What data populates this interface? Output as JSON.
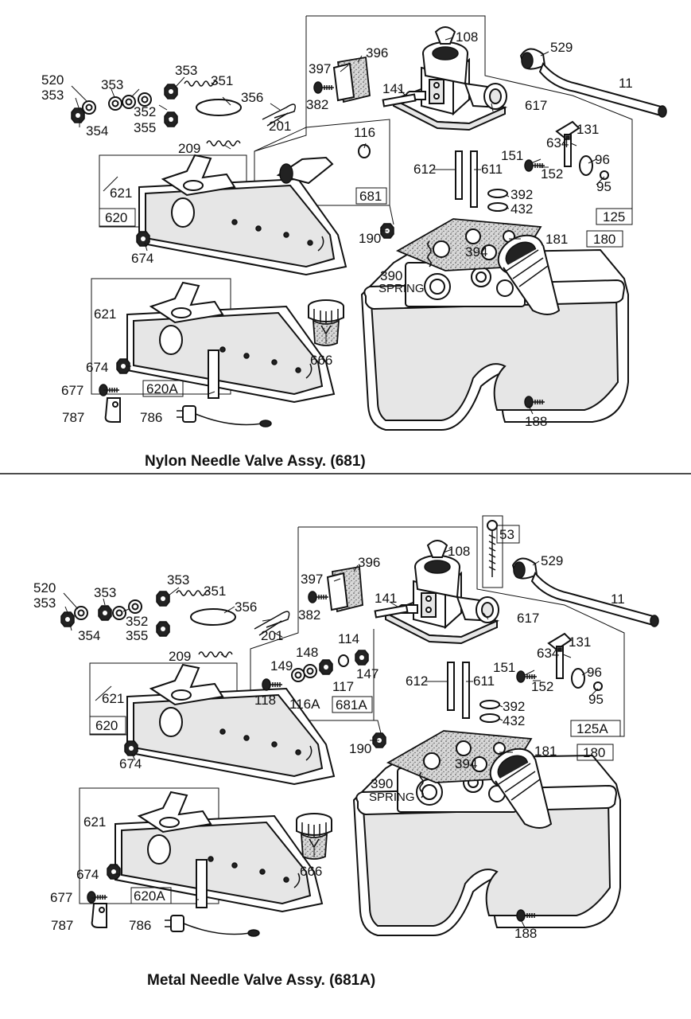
{
  "diagram": {
    "top": {
      "caption": "Nylon Needle Valve Assy. (681)",
      "labels": [
        "520",
        "353",
        "354",
        "353",
        "352",
        "355",
        "353",
        "351",
        "356",
        "382",
        "201",
        "209",
        "397",
        "396",
        "108",
        "529",
        "11",
        "141",
        "617",
        "116",
        "634",
        "131",
        "151",
        "152",
        "96",
        "95",
        "612",
        "611",
        "392",
        "432",
        "681",
        "621",
        "620",
        "674",
        "125",
        "190",
        "181",
        "180",
        "394",
        "390",
        "SPRING",
        "621",
        "674",
        "666",
        "677",
        "620A",
        "787",
        "786",
        "188"
      ]
    },
    "bottom": {
      "caption": "Metal Needle Valve Assy. (681A)",
      "labels": [
        "520",
        "353",
        "354",
        "353",
        "352",
        "355",
        "353",
        "351",
        "356",
        "382",
        "201",
        "209",
        "397",
        "396",
        "108",
        "53",
        "529",
        "11",
        "141",
        "617",
        "149",
        "148",
        "114",
        "147",
        "118",
        "116A",
        "117",
        "681A",
        "634",
        "131",
        "151",
        "152",
        "96",
        "95",
        "612",
        "611",
        "392",
        "432",
        "621",
        "620",
        "674",
        "125A",
        "190",
        "181",
        "180",
        "394",
        "390",
        "SPRING",
        "621",
        "666",
        "674",
        "677",
        "620A",
        "787",
        "786",
        "188"
      ]
    }
  }
}
